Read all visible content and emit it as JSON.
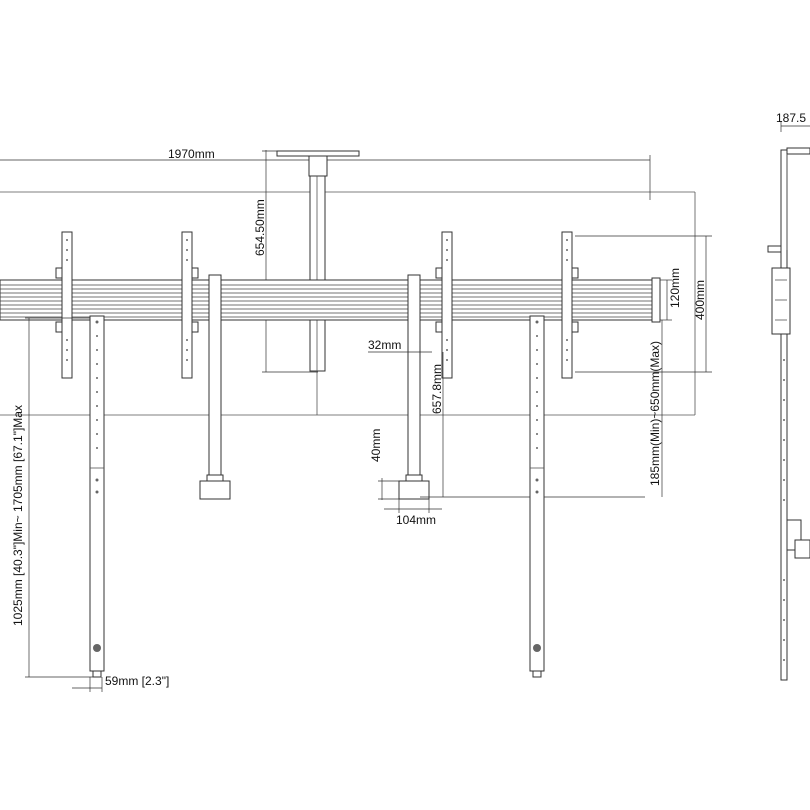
{
  "drawing": {
    "line_color": "#333333",
    "background": "#ffffff",
    "dimensions": {
      "total_width": "1970mm",
      "header_height": "654.50mm",
      "rail_height": "400mm",
      "rail_gap": "120mm",
      "stem_offset": "32mm",
      "stem_length": "657.8mm",
      "foot_height": "40mm",
      "foot_width": "104mm",
      "adjust_range": "185mm(Min)~650mm(Max)",
      "leg_height": "1025mm [40.3\"]Min~ 1705mm [67.1\"]Max",
      "leg_width": "59mm [2.3\"]",
      "side_depth": "187.5"
    }
  }
}
